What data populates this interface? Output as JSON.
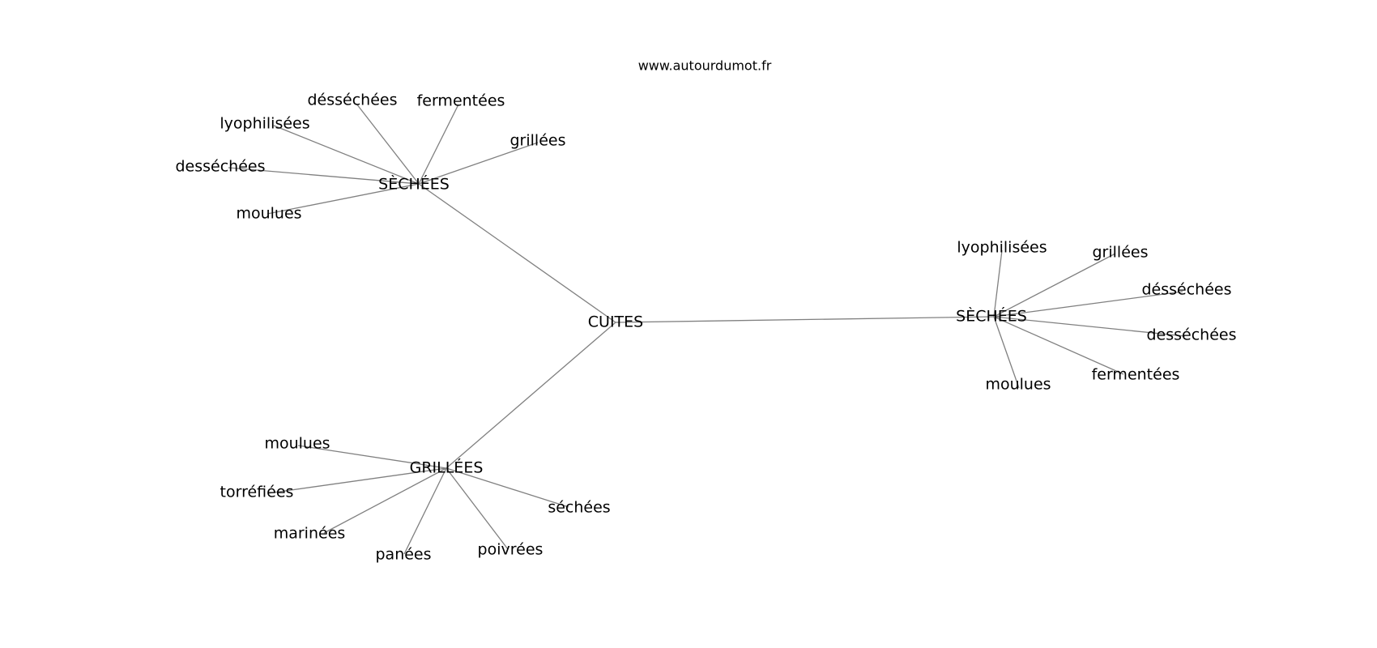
{
  "source_text": "www.autourdumot.fr",
  "root": {
    "label": "CUITES",
    "clusters": [
      {
        "label": "SÈCHÉES",
        "words": [
          "désséchées",
          "fermentées",
          "grillées",
          "lyophilisées",
          "desséchées",
          "moulues"
        ]
      },
      {
        "label": "SÈCHÉES",
        "words": [
          "lyophilisées",
          "grillées",
          "désséchées",
          "desséchées",
          "fermentées",
          "moulues"
        ]
      },
      {
        "label": "GRILLÉES",
        "words": [
          "moulues",
          "torréfiées",
          "marinées",
          "panées",
          "poivrées",
          "séchées"
        ]
      }
    ]
  },
  "colors": {
    "edge": "#808080",
    "text": "#000000",
    "background": "#ffffff"
  }
}
